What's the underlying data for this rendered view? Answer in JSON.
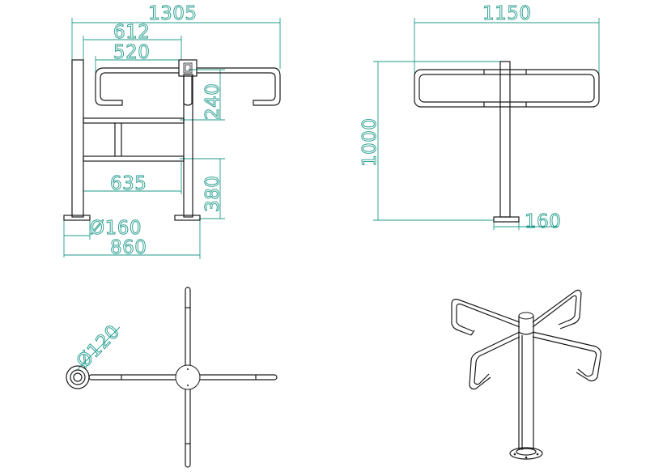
{
  "views": {
    "front": {
      "dims": {
        "overall_width": "1305",
        "arm_reach": "612",
        "arm_inner": "520",
        "arm_height": "240",
        "rail_length": "635",
        "lower_height": "380",
        "base_diameter": "Ø160",
        "base_span": "860"
      }
    },
    "side": {
      "dims": {
        "arm_span": "1150",
        "height": "1000",
        "base": "160"
      }
    },
    "top": {
      "dims": {
        "post_diameter": "Ø120"
      }
    },
    "iso": {}
  },
  "colors": {
    "dimension": "#1f9a8a",
    "outline": "#1a1a1a"
  }
}
